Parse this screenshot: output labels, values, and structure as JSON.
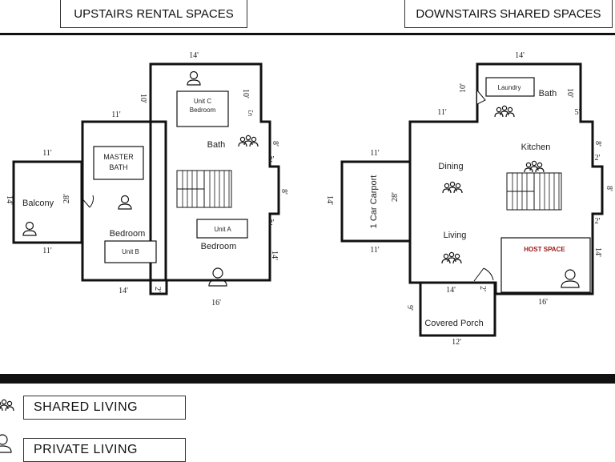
{
  "headers": {
    "upstairs": "UPSTAIRS RENTAL SPACES",
    "downstairs": "DOWNSTAIRS SHARED SPACES"
  },
  "upstairs": {
    "balcony": "Balcony",
    "master_bath": [
      "MASTER",
      "BATH"
    ],
    "bedroom_b": "Bedroom",
    "unit_b": "Unit B",
    "unit_c": [
      "Unit C",
      "Bedroom"
    ],
    "bath": "Bath",
    "unit_a": "Unit A",
    "bedroom_a": "Bedroom",
    "dims": {
      "top": "14'",
      "c_left": "10'",
      "c_right": "10'",
      "top_left": "11'",
      "right_5": "5'",
      "right_8": "8'",
      "right_2a": "2'",
      "right_8b": "8'",
      "right_2b": "2'",
      "right_14": "14'",
      "bottom_16": "16'",
      "bottom_2": "2'",
      "bottom_14": "14'",
      "balcony_top": "11'",
      "balcony_left": "14'",
      "balcony_right": "28'",
      "balcony_bottom": "11'"
    }
  },
  "downstairs": {
    "laundry": "Laundry",
    "bath": "Bath",
    "dining": "Dining",
    "kitchen": "Kitchen",
    "carport": "1 Car Carport",
    "living": "Living",
    "host": "HOST SPACE",
    "porch": "Covered Porch",
    "dims": {
      "top": "14'",
      "b_left": "10'",
      "b_right": "10'",
      "top_left": "11'",
      "right_5": "5'",
      "right_8": "8'",
      "right_2a": "2'",
      "right_8b": "8'",
      "right_2b": "2'",
      "right_14": "14'",
      "bottom_16": "16'",
      "bottom_2": "2'",
      "porch_top": "14'",
      "porch_left": "9'",
      "porch_bottom": "12'",
      "carport_top": "11'",
      "carport_left": "14'",
      "carport_right": "28'",
      "carport_bottom": "11'"
    }
  },
  "legend": {
    "shared": "SHARED LIVING",
    "private": "PRIVATE LIVING"
  },
  "colors": {
    "host": "#a01818",
    "walls": "#111111"
  }
}
